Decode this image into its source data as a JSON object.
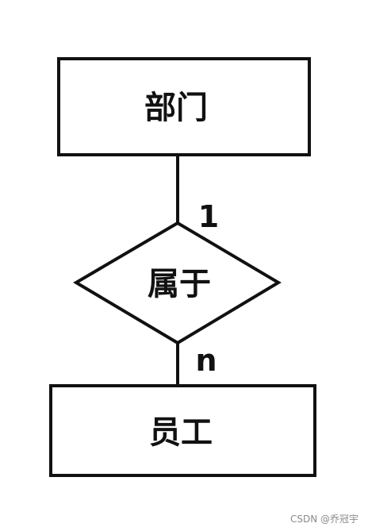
{
  "entities": {
    "department": "部门",
    "employee": "员工"
  },
  "relationship": {
    "label": "属于"
  },
  "cardinality": {
    "department_side": "1",
    "employee_side": "n"
  },
  "watermark": "CSDN @乔冠宇",
  "colors": {
    "stroke": "#111111",
    "background": "#ffffff",
    "watermark": "#8a8a8a"
  }
}
